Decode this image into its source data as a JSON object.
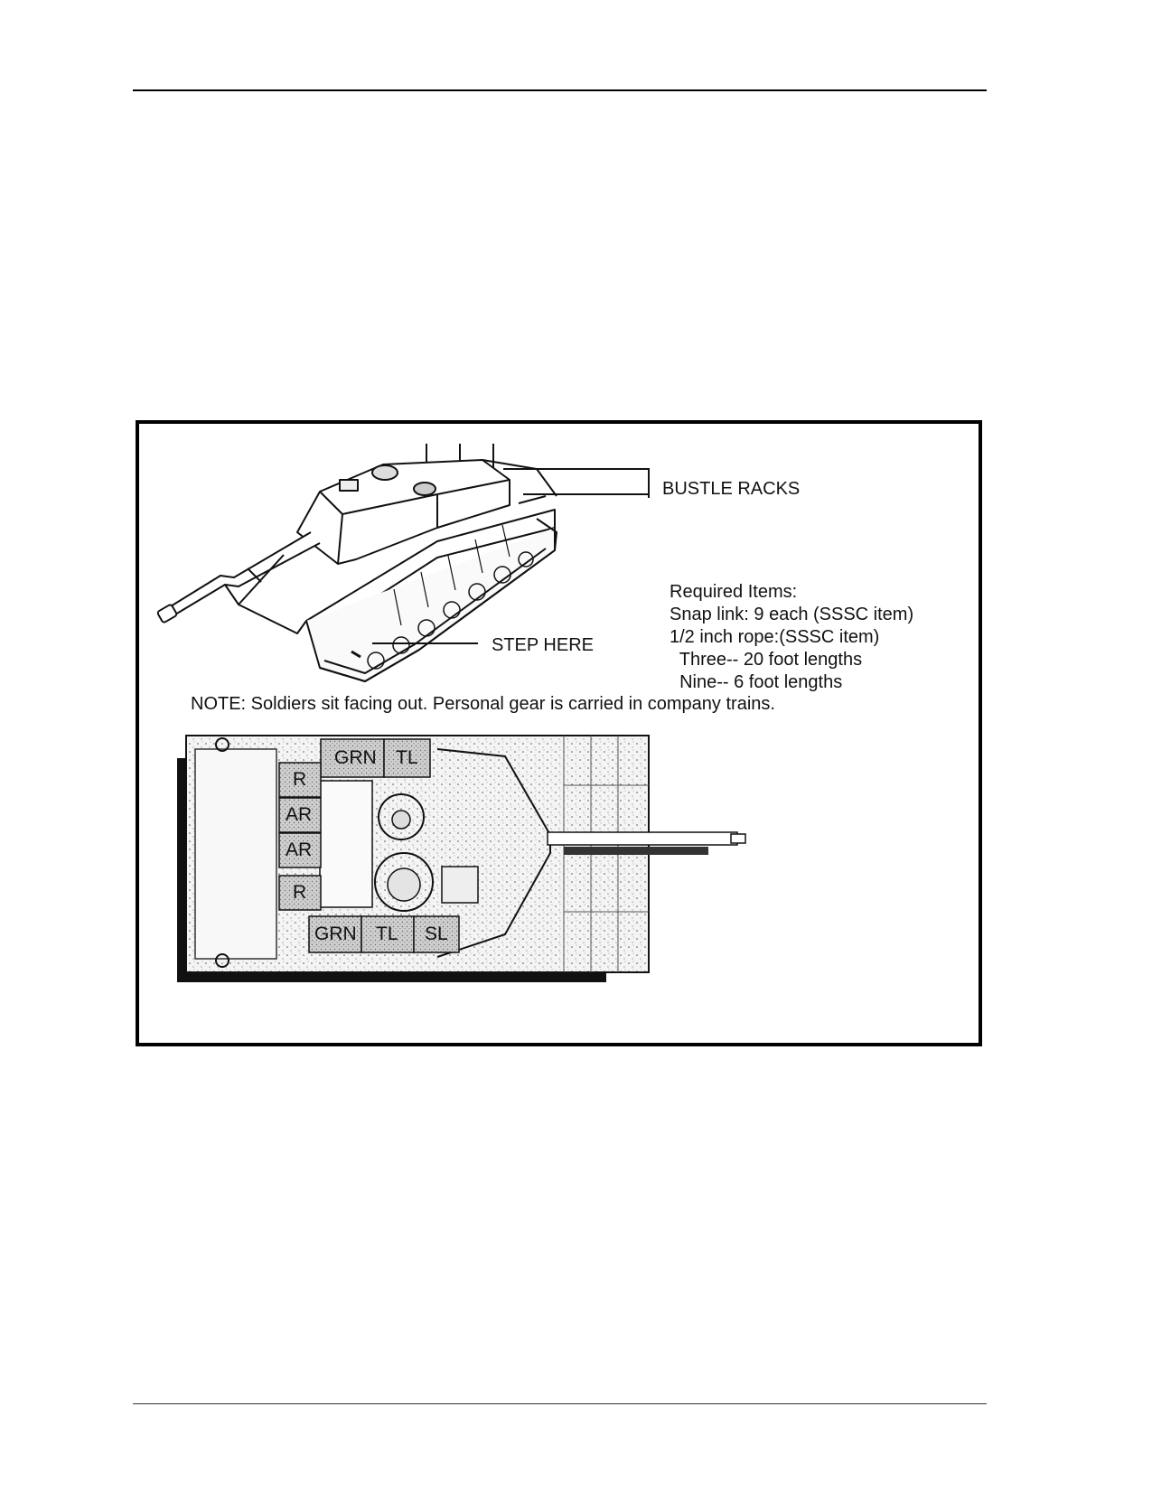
{
  "figure": {
    "callouts": {
      "bustle_racks": "BUSTLE RACKS",
      "step_here": "STEP HERE"
    },
    "required_items": {
      "heading": "Required Items:",
      "lines": [
        "Snap link: 9 each (SSSC item)",
        "1/2 inch rope:(SSSC item)",
        "  Three-- 20 foot lengths",
        "  Nine-- 6 foot lengths"
      ]
    },
    "note": "NOTE: Soldiers sit facing out. Personal gear is carried in company trains.",
    "seat_labels": {
      "top_grn": "GRN",
      "top_tl": "TL",
      "left_r1": "R",
      "left_ar1": "AR",
      "left_ar2": "AR",
      "left_r2": "R",
      "bottom_grn": "GRN",
      "bottom_tl": "TL",
      "bottom_sl": "SL"
    }
  }
}
